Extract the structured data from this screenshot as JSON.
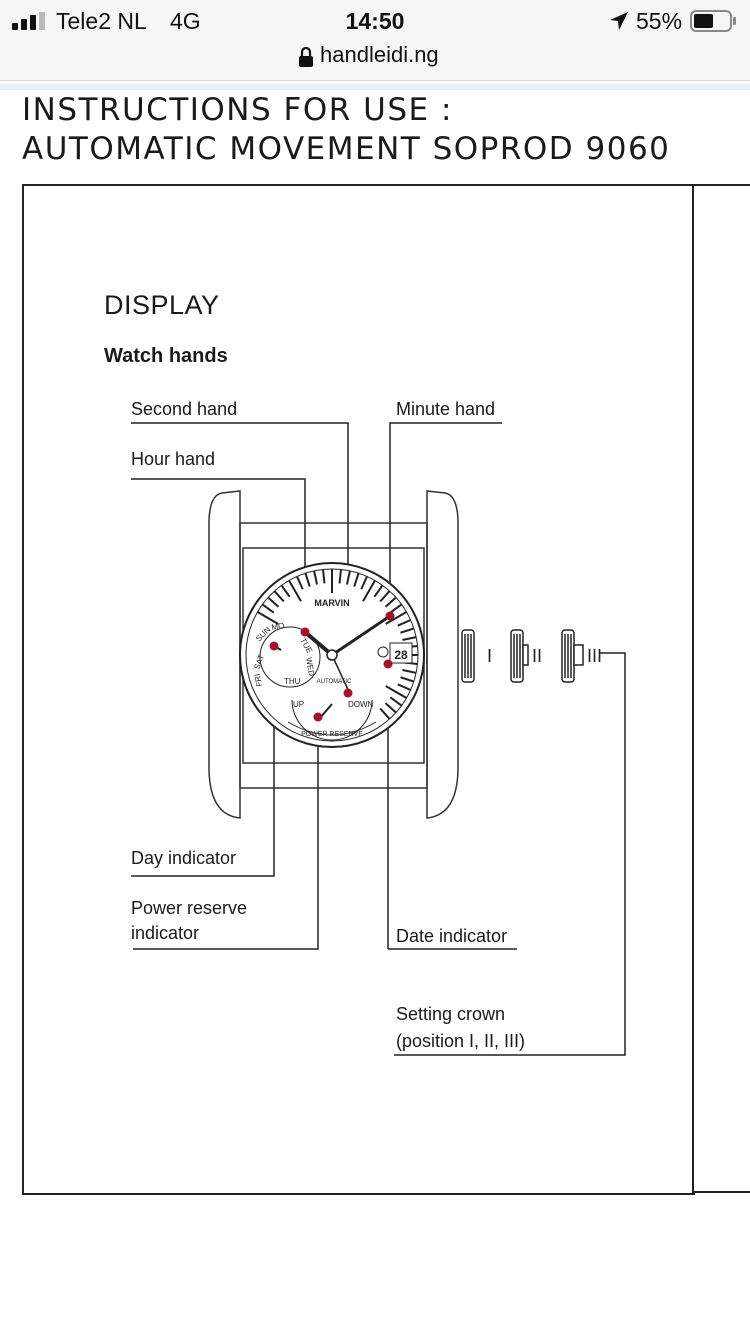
{
  "status_bar": {
    "carrier": "Tele2 NL",
    "network": "4G",
    "time": "14:50",
    "battery_percent": "55%",
    "battery_level": 0.55,
    "icons": [
      "signal-icon",
      "location-arrow-icon",
      "battery-icon"
    ]
  },
  "browser": {
    "url": "handleidi.ng",
    "icons": [
      "lock-icon"
    ]
  },
  "page": {
    "title_line1": "INSTRUCTIONS FOR USE :",
    "title_line2": "AUTOMATIC MOVEMENT SOPROD 9060",
    "section_title": "DISPLAY",
    "subsection_title": "Watch hands",
    "labels": {
      "second_hand": "Second hand",
      "minute_hand": "Minute hand",
      "hour_hand": "Hour hand",
      "day_indicator": "Day indicator",
      "power_reserve_line1": "Power reserve",
      "power_reserve_line2": "indicator",
      "date_indicator": "Date indicator",
      "setting_crown_line1": "Setting crown",
      "setting_crown_line2": "(position I, II, III)"
    },
    "dial": {
      "brand": "MARVIN",
      "days": [
        "SAT",
        "SUN",
        "MO",
        "FRI",
        "THU",
        "TUE",
        "WED"
      ],
      "automatic": "AUTOMATIC",
      "date": "28",
      "power_up": "UP",
      "power_down": "DOWN",
      "power_reserve": "POWER RESERVE"
    },
    "crown_positions": [
      "I",
      "II",
      "III"
    ],
    "marker_color": "#a8102a"
  }
}
